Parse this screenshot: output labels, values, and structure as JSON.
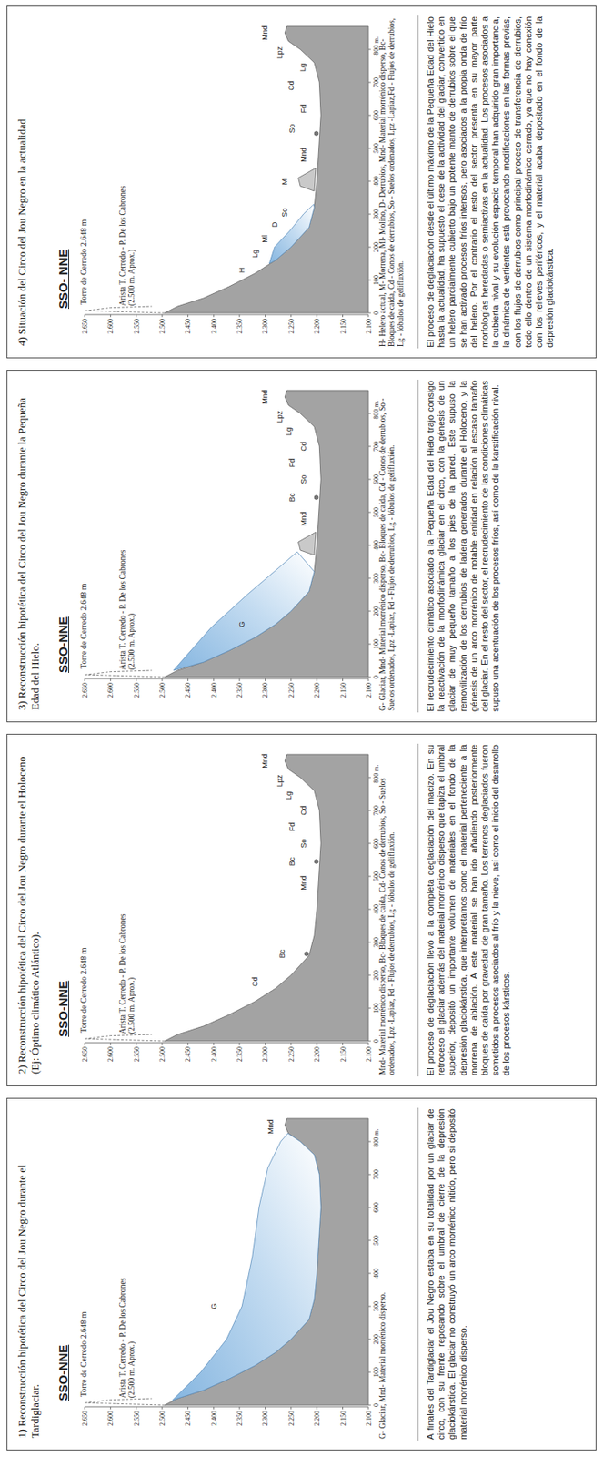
{
  "diagram": {
    "nodes": [
      {
        "text": [
          "1) Reconstrucción hipotética del Circo del Jou Negro durante el Tardiglaciar.",
          "A finales del Tardiglaciar el Jou Negro estaba en su totalidad por un glaciar de circo, con su frente reposando sobre el umbral de cierre de la depresión glaciokárstica. El glaciar no construyó un arco morrénico nítido, pero si depositó material morrénico disperso."
        ]
      },
      {
        "text": [
          "2) Reconstrucción hipotética del Circo del Jou Negro durante el Holoceno (Ej: Óptimo climático Atlántico).",
          "El proceso de deglaciación llevó a la completa deglaciación del macizo. En su retroceso el glaciar además del material morrénico disperso que tapiza el umbral superior, depositó un importante volumen de materiales en el fondo de la depresión glaciokárstica, que interpretamos como el material perteneciente a la morrena de ablación. A este material se han ido añadiendo posteriormente bloques de caída por gravedad de gran tamaño. Los terrenos deglaciados fueron sometidos a procesos asociados al frío y la nieve, así como el inicio del desarrollo de los procesos kársticos."
        ]
      },
      {
        "text": [
          "3) Reconstrucción hipotética del Circo del Jou Negro durante la Pequeña Edad del Hielo.",
          "El recrudecimiento climático asociado a la Pequeña Edad del Hielo trajo consigo la reactivación de la morfodinámica glaciar en el circo, con la génesis de un glaciar de muy pequeño tamaño a los pies de la pared. Este supuso la removilización de los derrubios de ladera generados durante el Holoceno, y la génesis de un arco morrénico de notable entidad en relación al escaso tamaño del glaciar. En el resto del sector, el recrudecimiento de las condiciones climáticas supuso una acentuación de los procesos fríos, así como de la karstificación nival."
        ]
      },
      {
        "text": [
          "4) Situación del Circo del Jou Negro en la actualidad",
          "El proceso de deglaciación desde el último máximo de la Pequeña Edad del Hielo hasta la actualidad, ha supuesto el cese de la actividad del glaciar, convertido en un helero parcialmente cubierto bajo un potente manto de derrubios sobre el que se han activado procesos fríos intensos, pero asociados a la propia onda de frío del helero. Por el contrario el resto del sector presenta en su mayor parte morfologías heredadas o semiactivas en la actualidad. Los procesos asociados a la cubierta nival y su evolución espacio temporal han adquirido gran importancia, la dinámica de vertientes está provocando modificaciones en las formas previas, con los flujos de derrubios como principal proceso de transferencia de derrubios, todo ello dentro de un sistema morfodinámico cerrado, ya que no hay conexión con los relieves periféricos, y el material acaba depositado en el fondo de la depresión glaciokárstica."
        ]
      }
    ],
    "labels": [
      "SSO-NNE",
      "Torre de Cerredo 2.648 m",
      "Arista T. Cerredo - P. De los Cabrones (2.500 m. Aprox.)",
      "2.650",
      "2.600",
      "2.550",
      "2.500",
      "2.450",
      "2.400",
      "2.350",
      "2.300",
      "2.250",
      "2.200",
      "2.150",
      "2.100",
      "0",
      "100",
      "200",
      "300",
      "400",
      "500",
      "600",
      "700",
      "800 m.",
      "G- Glaciar, Mnd- Material morrénico disperso.",
      "G",
      "Mnd",
      "SSO-NNE",
      "Torre de Cerredo 2.648 m",
      "Arista T. Cerredo - P. De los Cabrones (2.500 m. Aprox.)",
      "2.650",
      "2.600",
      "2.550",
      "2.500",
      "2.450",
      "2.400",
      "2.350",
      "2.300",
      "2.250",
      "2.200",
      "2.150",
      "2.100",
      "0",
      "100",
      "200",
      "300",
      "400",
      "500",
      "600",
      "700",
      "800 m.",
      "Mnd- Material morrénico disperso, Bc- Bloques de caída, Cd- Conos de derrubios, So - Suelos ordenados, Lpz -Lapiaz, Fd - Flujos de derrubios, Lg - lóbulos de gelifluxión.",
      "Cd",
      "Bc",
      "Mnd",
      "Bc",
      "So",
      "Fd",
      "Cd",
      "Lg",
      "Lpz",
      "Mnd",
      "SSO-NNE",
      "Torre de Cerredo 2.648 m",
      "Arista T. Cerredo - P. De los Cabrones (2.500 m. Aprox.)",
      "2.650",
      "2.600",
      "2.550",
      "2.500",
      "2.450",
      "2.400",
      "2.350",
      "2.300",
      "2.250",
      "2.200",
      "2.150",
      "2.100",
      "0",
      "100",
      "200",
      "300",
      "400",
      "500",
      "600",
      "700",
      "800 m.",
      "G- Glaciar, Mnd- Material morrénico disperso, Bc- Bloques de caída, Cd - Conos de derrubios, So - Suelos ordenados, Lpz -Lapiaz, Fd - Flujos de derrubios, Lg - lóbulos de gelifluxión.",
      "G",
      "Mnd",
      "Bc",
      "So",
      "Fd",
      "Cd",
      "Lg",
      "Lpz",
      "Mnd",
      "SSO- NNE",
      "Torre de Cerredo 2.648 m",
      "Arista T. Cerredo - P. De los Cabrones (2.500 m. Aprox.)",
      "2.650",
      "2.600",
      "2.550",
      "2.500",
      "2.450",
      "2.400",
      "2.350",
      "2.300",
      "2.250",
      "2.200",
      "2.150",
      "2.100",
      "0",
      "100",
      "200",
      "300",
      "400",
      "500",
      "600",
      "700",
      "800 m.",
      "H- Helero actual, M- Morrena, Ml- Molino, D- Derrubios, Mnd- Material morrénico disperso, Bc- Bloques de caída, Cd - Conos de derrubios, So - Suelos ordenados, Lpz -Lapiaz,Fd - Flujos de derrubios, Lg - lóbulos de gelifluxión.",
      "H",
      "Lg",
      "Ml",
      "D",
      "So",
      "M",
      "Mnd",
      "So",
      "Fd",
      "Cd",
      "Lg",
      "Lpz",
      "Mnd"
    ]
  }
}
